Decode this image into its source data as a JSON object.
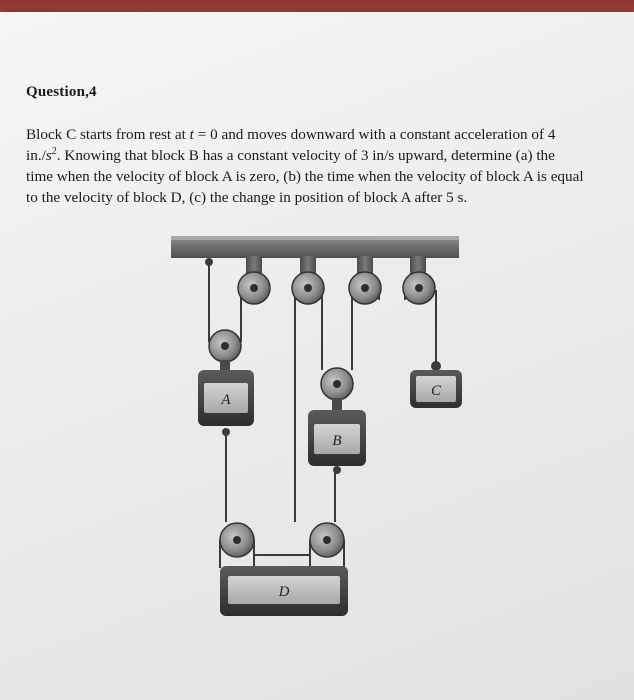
{
  "question": {
    "heading": "Question,4",
    "lines": [
      [
        "Block C starts from rest at ",
        "t",
        " = 0 and moves downward with a constant acceleration of 4"
      ],
      [
        "in./",
        "s",
        "2",
        ". Knowing that block B has a constant velocity of 3 in/s upward, determine (a) the"
      ],
      [
        "time when the velocity of block A is zero, (b) the time when the velocity of block A is equal"
      ],
      [
        "to the velocity of block D, (c) the change in position of block A after 5 s."
      ]
    ]
  },
  "figure": {
    "blocks": {
      "A": "A",
      "B": "B",
      "C": "C",
      "D": "D"
    }
  }
}
